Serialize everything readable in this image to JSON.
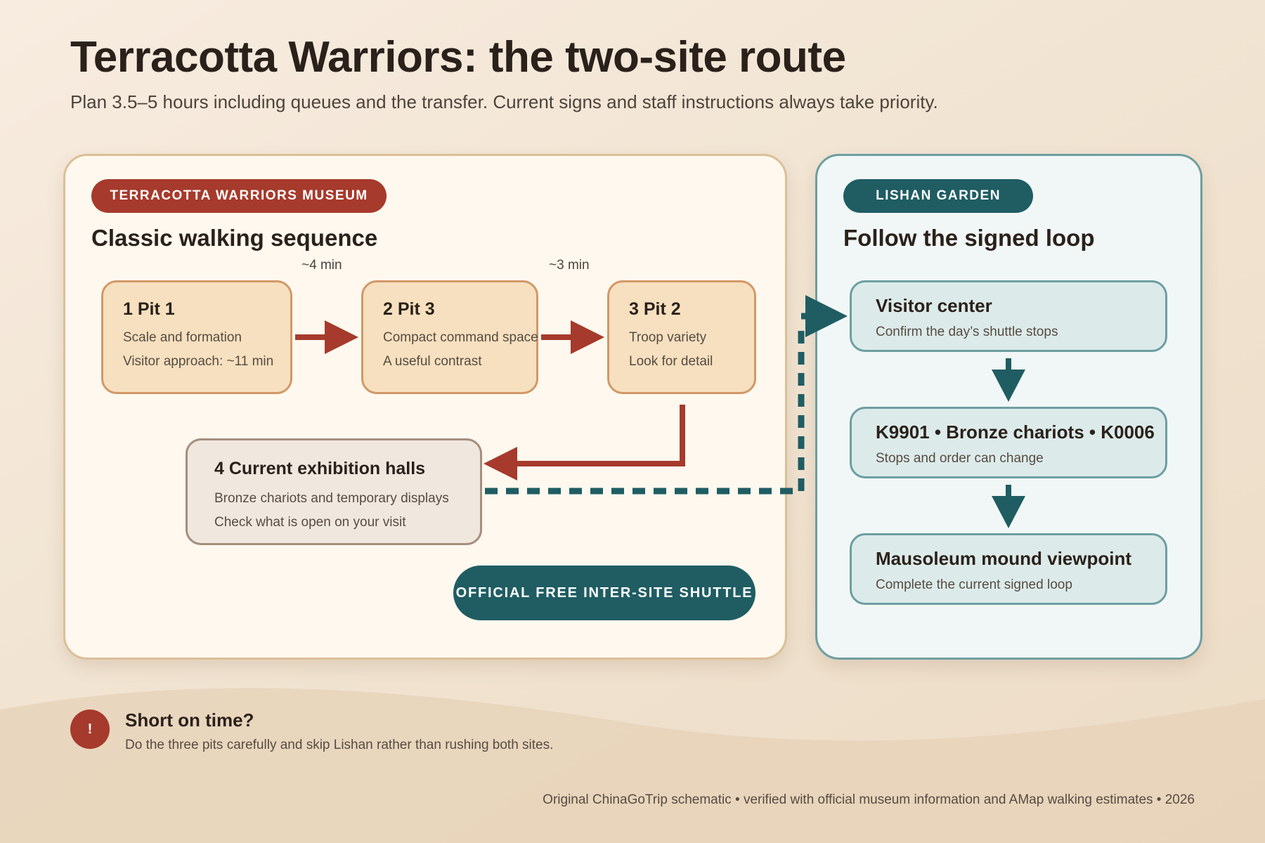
{
  "header": {
    "title": "Terracotta Warriors: the two-site route",
    "subtitle": "Plan 3.5–5 hours including queues and the transfer. Current signs and staff instructions always take priority."
  },
  "museum": {
    "badge": "TERRACOTTA WARRIORS MUSEUM",
    "heading": "Classic walking sequence",
    "walk_times": [
      "~4 min",
      "~3 min"
    ],
    "steps": [
      {
        "title": "1 Pit 1",
        "lines": [
          "Scale and formation",
          "Visitor approach: ~11 min"
        ]
      },
      {
        "title": "2 Pit 3",
        "lines": [
          "Compact command space",
          "A useful contrast"
        ]
      },
      {
        "title": "3 Pit 2",
        "lines": [
          "Troop variety",
          "Look for detail"
        ]
      },
      {
        "title": "4 Current exhibition halls",
        "lines": [
          "Bronze chariots and temporary displays",
          "Check what is open on your visit"
        ]
      }
    ],
    "shuttle_label": "OFFICIAL FREE INTER-SITE SHUTTLE"
  },
  "lishan": {
    "badge": "LISHAN GARDEN",
    "heading": "Follow the signed loop",
    "steps": [
      {
        "title": "Visitor center",
        "line": "Confirm the day’s shuttle stops"
      },
      {
        "title": "K9901 • Bronze chariots • K0006",
        "line": "Stops and order can change"
      },
      {
        "title": "Mausoleum mound viewpoint",
        "line": "Complete the current signed loop"
      }
    ]
  },
  "note": {
    "icon": "!",
    "title": "Short on time?",
    "text": "Do the three pits carefully and skip Lishan rather than rushing both sites."
  },
  "credit": "Original ChinaGoTrip schematic • verified with official museum information and AMap walking estimates • 2026",
  "colors": {
    "museum_red": "#a63a2c",
    "lishan_teal": "#1f5d63",
    "pit_fill": "#f6e0bf",
    "hall_fill": "#f0e8df",
    "lishan_fill": "#dcebea"
  }
}
